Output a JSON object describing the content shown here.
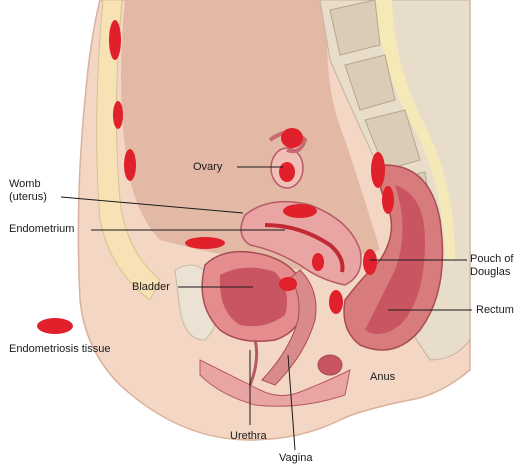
{
  "labels": {
    "ovary": "Ovary",
    "womb_line1": "Womb",
    "womb_line2": "(uterus)",
    "endometrium": "Endometrium",
    "bladder": "Bladder",
    "pouch_line1": "Pouch of",
    "pouch_line2": "Douglas",
    "rectum": "Rectum",
    "anus": "Anus",
    "urethra": "Urethra",
    "vagina": "Vagina"
  },
  "legend": {
    "label": "Endometriosis tissue",
    "color": "#e0202a"
  },
  "colors": {
    "skin": "#f3d6c3",
    "spine_bone": "#e8dccb",
    "organ_pink": "#e9a4a4",
    "organ_dark": "#c95563",
    "endometriosis": "#e0202a",
    "leader_line": "#1a1a1a"
  }
}
